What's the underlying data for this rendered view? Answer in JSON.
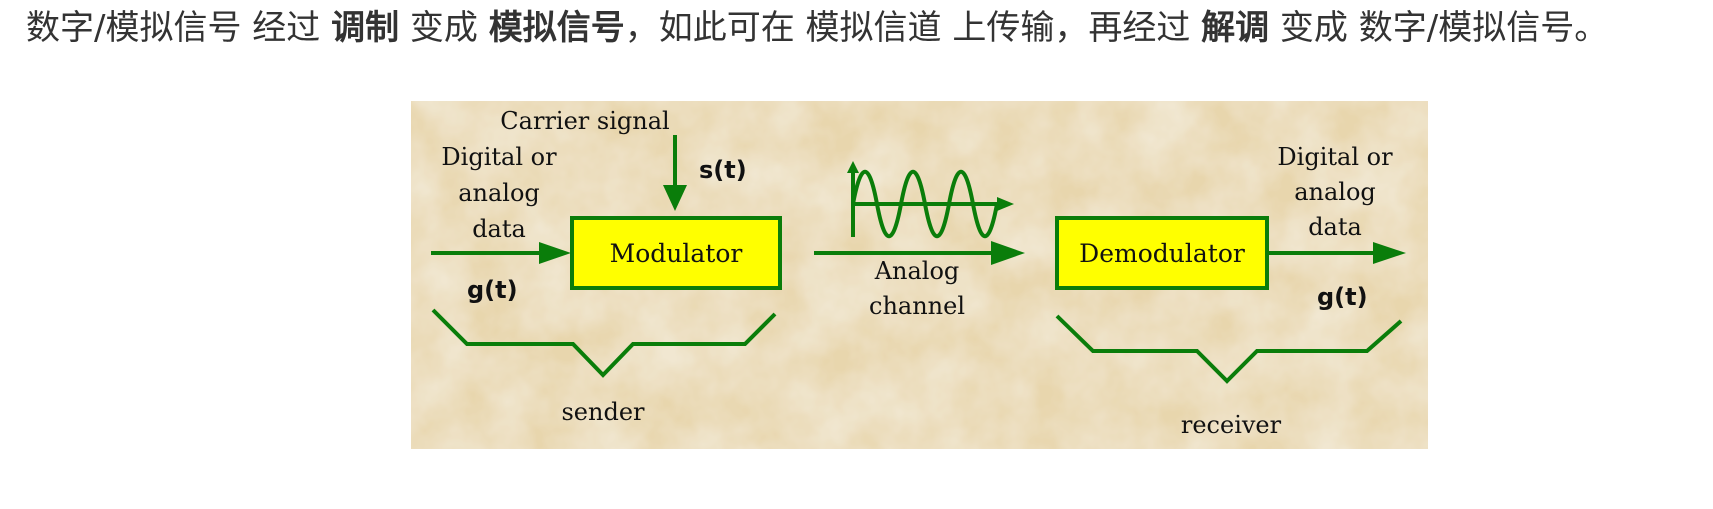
{
  "caption": {
    "p1": "数字/模拟信号 经过 ",
    "b1": "调制",
    "p2": " 变成 ",
    "b2": "模拟信号",
    "p3": "，如此可在 模拟信道 上传输，再经过 ",
    "b3": "解调",
    "p4": " 变成 数字/模拟信号。"
  },
  "diagram": {
    "carrier_label": "Carrier signal",
    "carrier_symbol": "s(t)",
    "input_label": [
      "Digital or",
      "analog",
      "data"
    ],
    "input_symbol": "g(t)",
    "modulator_label": "Modulator",
    "channel_label": [
      "Analog",
      "channel"
    ],
    "demodulator_label": "Demodulator",
    "output_label": [
      "Digital or",
      "analog",
      "data"
    ],
    "output_symbol": "g(t)",
    "sender_label": "sender",
    "receiver_label": "receiver",
    "colors": {
      "arrow": "#0a7d0a",
      "box_fill": "#ffff00",
      "box_stroke": "#0a7d0a",
      "background": "#e8d6ad"
    }
  }
}
